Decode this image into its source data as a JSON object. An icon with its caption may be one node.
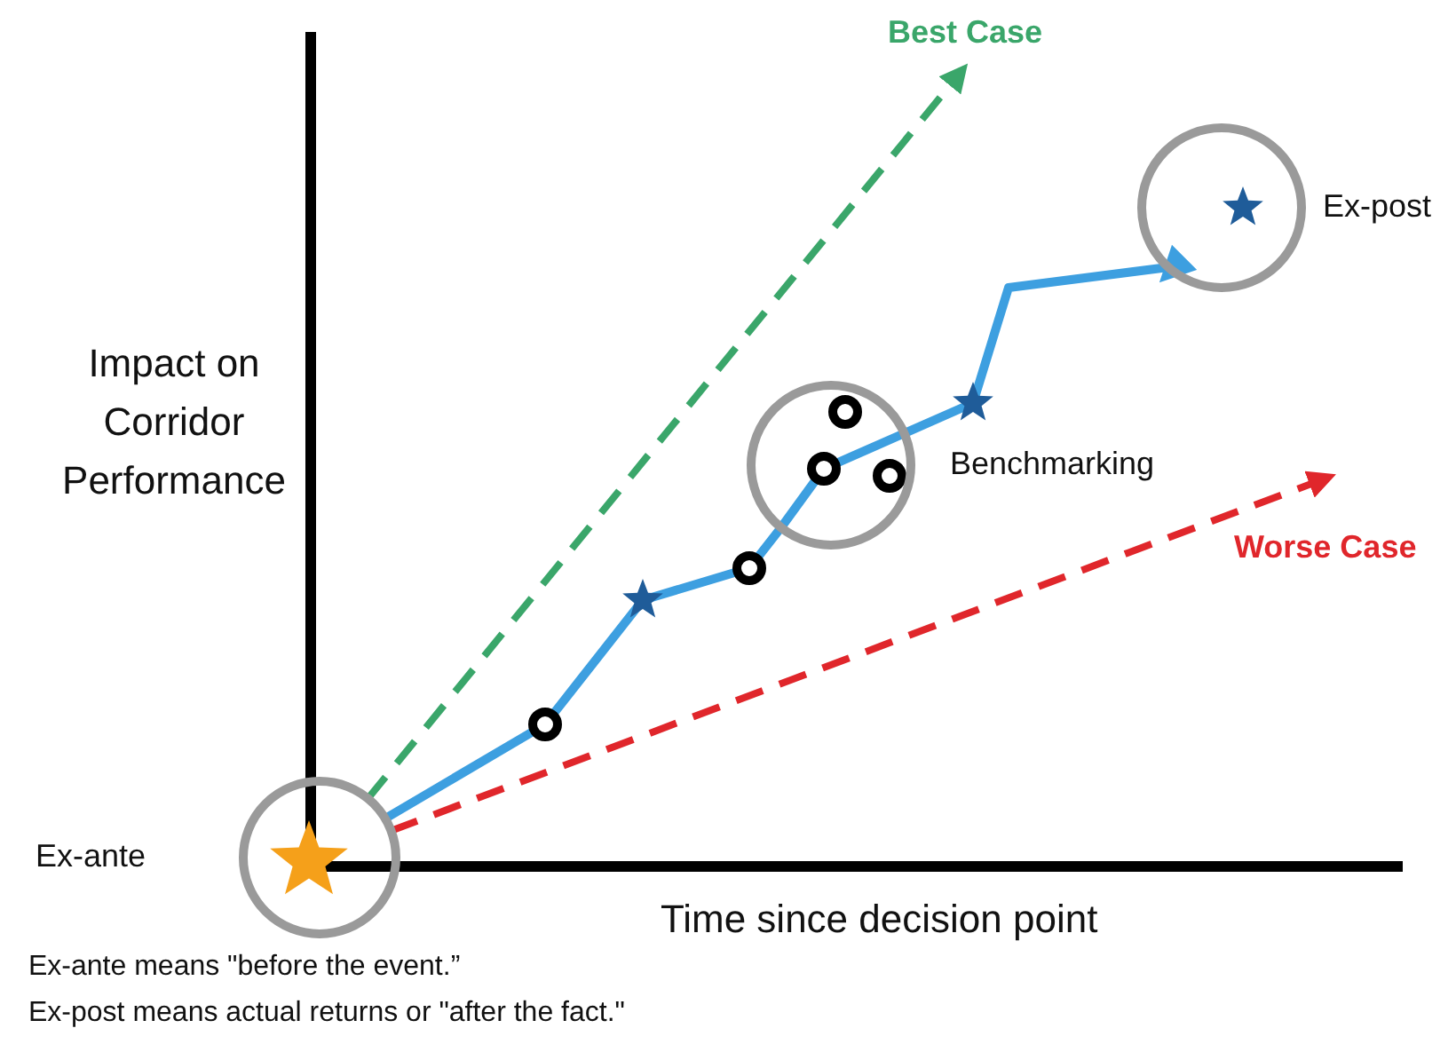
{
  "diagram": {
    "nodes": [
      {
        "text": [],
        "shape": "circle",
        "beside": [
          "Ex-ante"
        ]
      },
      {
        "text": [],
        "shape": "circle",
        "beside": [
          "Benchmarking"
        ]
      },
      {
        "text": [],
        "shape": "circle",
        "beside": [
          "Ex-post"
        ]
      }
    ],
    "edges": [
      {
        "from": 0,
        "to": null,
        "arrow": "to",
        "label": "Best Case",
        "style": "dashed",
        "color": "#3aa66a"
      },
      {
        "from": 0,
        "to": null,
        "arrow": "to",
        "label": "Worse Case",
        "style": "dashed",
        "color": "#e0262b"
      },
      {
        "from": 0,
        "to": 1,
        "arrow": "none",
        "color": "#3d9fe0"
      },
      {
        "from": 1,
        "to": 2,
        "arrow": "to",
        "color": "#3d9fe0"
      }
    ],
    "labels": [
      "Impact on Corridor Performance",
      "Time since decision point",
      "Ex-ante means \"before the event.”",
      "Ex-post means actual returns or \"after the fact.\""
    ]
  }
}
